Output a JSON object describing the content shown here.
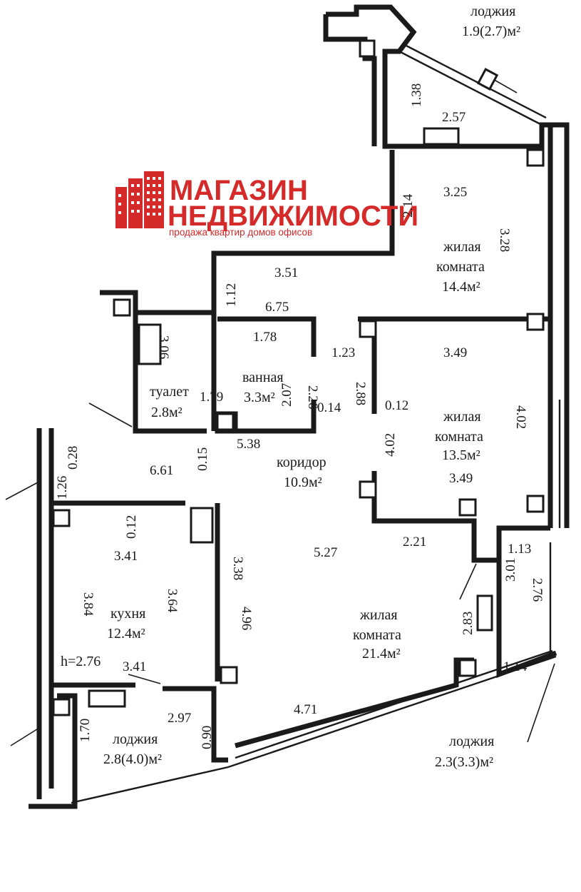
{
  "logo": {
    "title_line1": "МАГАЗИН",
    "title_line2": "НЕДВИЖИМОСТИ",
    "tagline": "продажа квартир домов офисов",
    "color": "#d42a2a"
  },
  "rooms": {
    "loggia_top": {
      "name": "лоджия",
      "area": "1.9(2.7)м²"
    },
    "living_1": {
      "name_line1": "жилая",
      "name_line2": "комната",
      "area": "14.4м²"
    },
    "living_2": {
      "name_line1": "жилая",
      "name_line2": "комната",
      "area": "13.5м²"
    },
    "living_3": {
      "name_line1": "жилая",
      "name_line2": "комната",
      "area": "21.4м²"
    },
    "toilet": {
      "name": "туалет",
      "area": "2.8м²"
    },
    "bath": {
      "name": "ванная",
      "area": "3.3м²"
    },
    "corridor": {
      "name": "коридор",
      "area": "10.9м²"
    },
    "kitchen": {
      "name": "кухня",
      "area": "12.4м²",
      "height": "h=2.76"
    },
    "loggia_left": {
      "name": "лоджия",
      "area": "2.8(4.0)м²"
    },
    "loggia_right": {
      "name": "лоджия",
      "area": "2.3(3.3)м²"
    }
  },
  "dimensions": {
    "d_1_38": "1.38",
    "d_2_57": "2.57",
    "d_2_14": "2.14",
    "d_3_25": "3.25",
    "d_3_28": "3.28",
    "d_3_51": "3.51",
    "d_1_12": "1.12",
    "d_6_75": "6.75",
    "d_1_78": "1.78",
    "d_3_06": "3.06",
    "d_1_23": "1.23",
    "d_3_49_top": "3.49",
    "d_2_07": "2.07",
    "d_2_26": "2.26",
    "d_1_79": "1.79",
    "d_2_88": "2.88",
    "d_0_12_a": "0.12",
    "d_0_14": "0.14",
    "d_4_02_a": "4.02",
    "d_4_02_b": "4.02",
    "d_0_15": "0.15",
    "d_5_38": "5.38",
    "d_6_61": "6.61",
    "d_0_28": "0.28",
    "d_1_26": "1.26",
    "d_3_49_bot": "3.49",
    "d_0_12_b": "0.12",
    "d_2_21": "2.21",
    "d_3_41_a": "3.41",
    "d_5_27": "5.27",
    "d_1_13": "1.13",
    "d_3_38": "3.38",
    "d_3_84": "3.84",
    "d_3_64": "3.64",
    "d_4_96": "4.96",
    "d_3_01": "3.01",
    "d_2_76": "2.76",
    "d_2_83": "2.83",
    "d_3_41_b": "3.41",
    "d_1_14": "1.14",
    "d_2_97": "2.97",
    "d_4_71": "4.71",
    "d_1_70": "1.70",
    "d_0_90": "0.90"
  }
}
